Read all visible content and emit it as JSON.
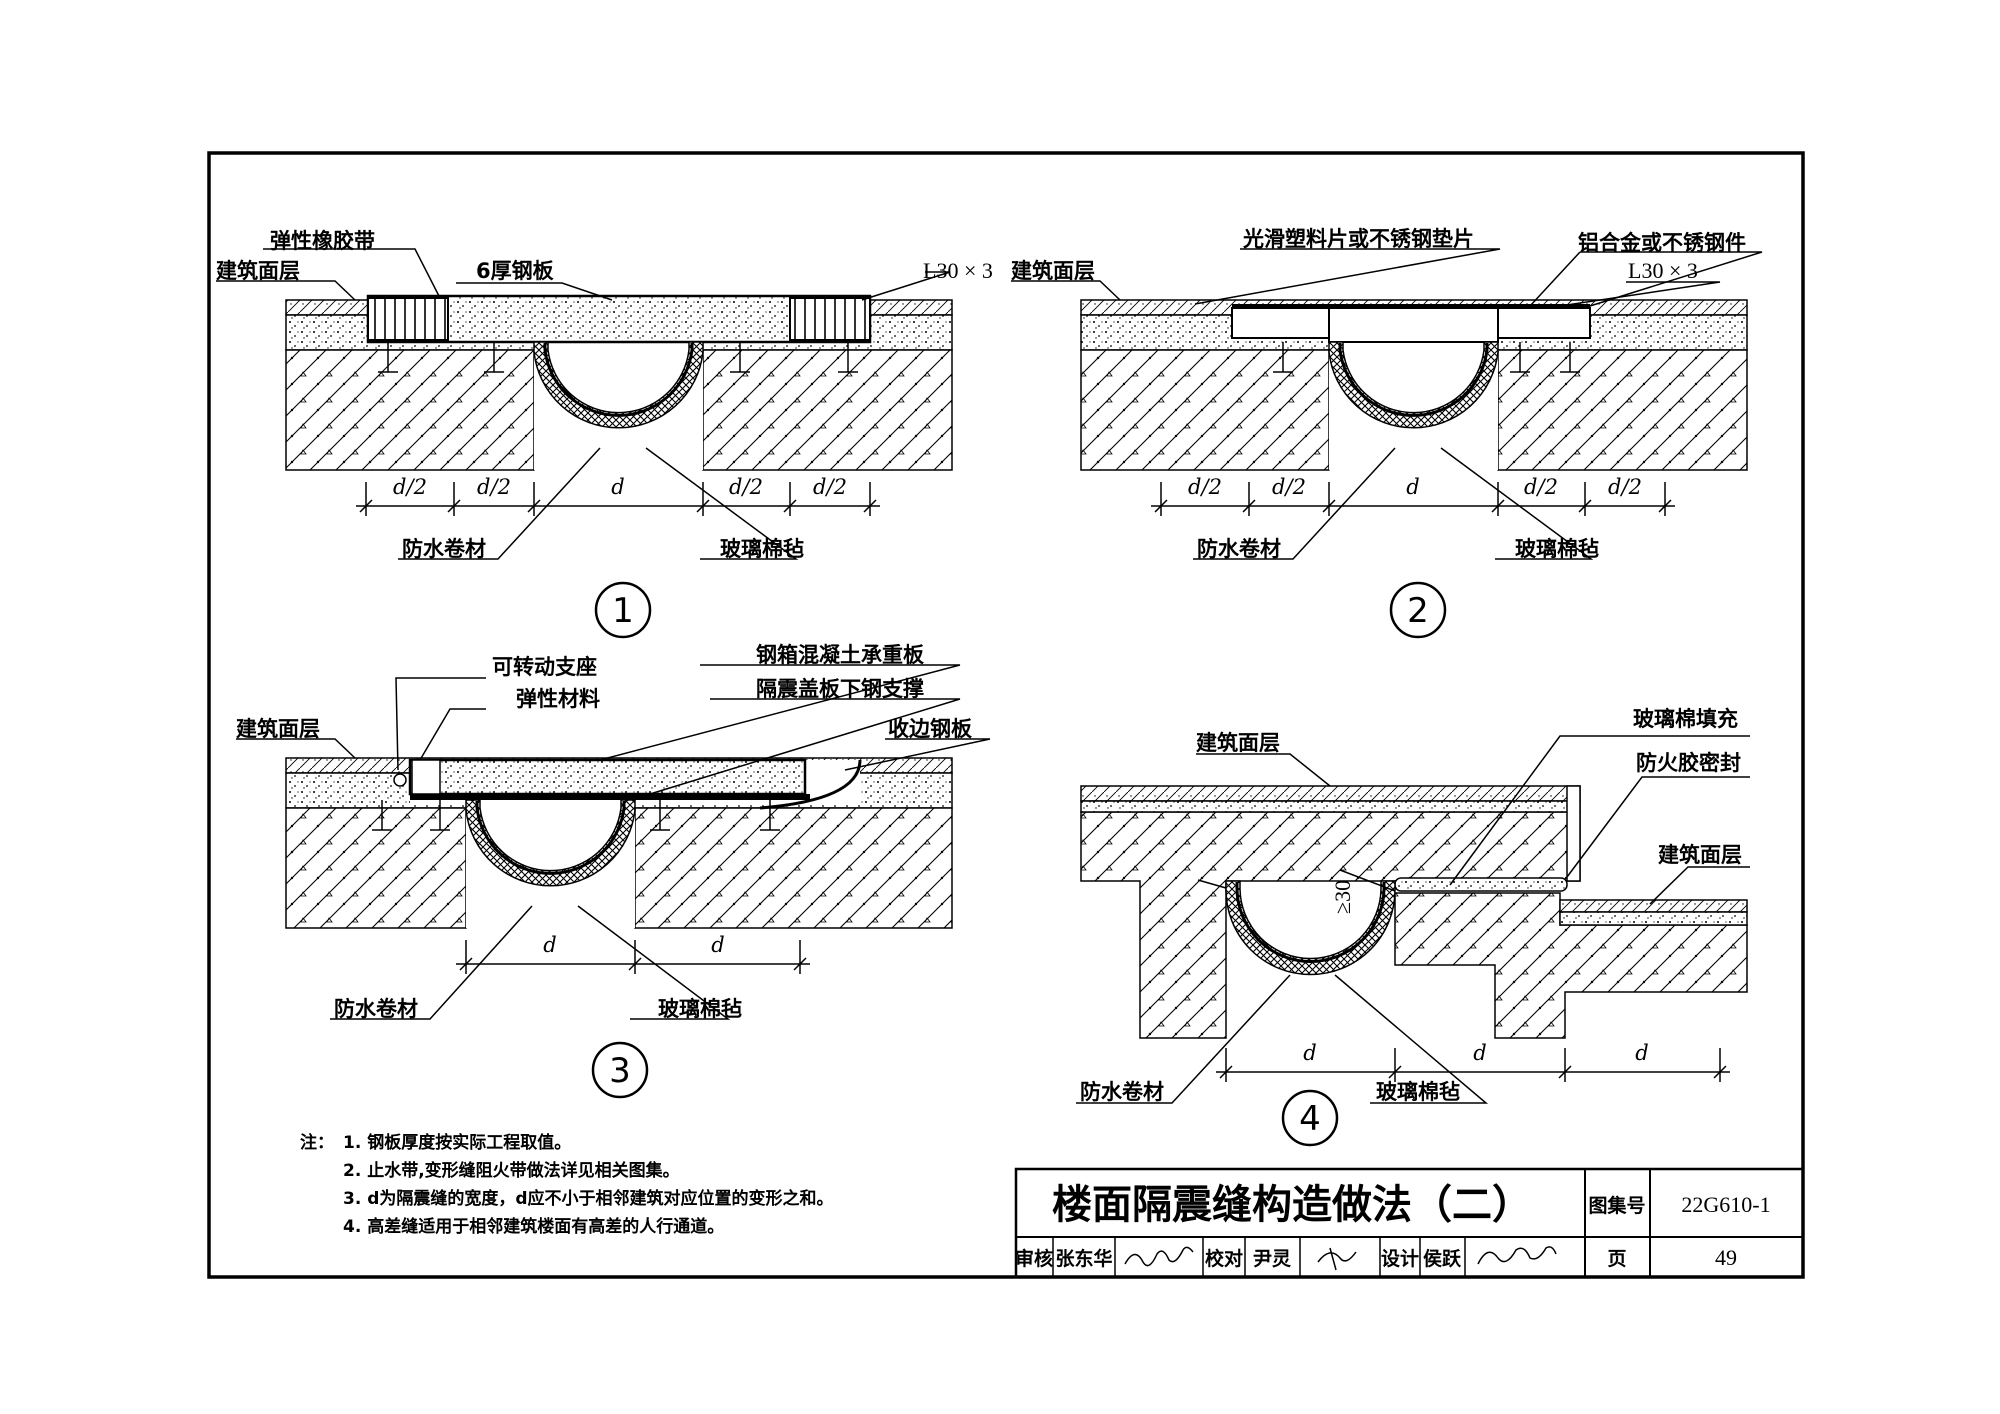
{
  "sheet": {
    "title": "楼面隔震缝构造做法（二）",
    "atlas_label": "图集号",
    "atlas_no": "22G610-1",
    "page_label": "页",
    "page_no": "49",
    "review_label": "审核",
    "reviewer": "张东华",
    "check_label": "校对",
    "checker": "尹灵",
    "design_label": "设计",
    "designer": "侯跃"
  },
  "notes": {
    "prefix": "注：",
    "items": [
      "1. 钢板厚度按实际工程取值。",
      "2. 止水带,变形缝阻火带做法详见相关图集。",
      "3. d为隔震缝的宽度，d应不小于相邻建筑对应位置的变形之和。",
      "4. 高差缝适用于相邻建筑楼面有高差的人行通道。"
    ]
  },
  "details": {
    "d1": {
      "number": "1",
      "labels": {
        "rubber": "弹性橡胶带",
        "surface": "建筑面层",
        "plate": "6厚钢板",
        "angle": "L30 × 3",
        "waterproof": "防水卷材",
        "glasswool": "玻璃棉毡"
      },
      "dims": [
        "d/2",
        "d/2",
        "d",
        "d/2",
        "d/2"
      ]
    },
    "d2": {
      "number": "2",
      "labels": {
        "surface": "建筑面层",
        "shim": "光滑塑料片或不锈钢垫片",
        "alloy": "铝合金或不锈钢件",
        "angle": "L30 × 3",
        "waterproof": "防水卷材",
        "glasswool": "玻璃棉毡"
      },
      "dims": [
        "d/2",
        "d/2",
        "d",
        "d/2",
        "d/2"
      ]
    },
    "d3": {
      "number": "3",
      "labels": {
        "support": "可转动支座",
        "elastic": "弹性材料",
        "surface": "建筑面层",
        "slab": "钢箱混凝土承重板",
        "brace": "隔震盖板下钢支撑",
        "edge": "收边钢板",
        "waterproof": "防水卷材",
        "glasswool": "玻璃棉毡"
      },
      "dims": [
        "d",
        "d"
      ]
    },
    "d4": {
      "number": "4",
      "labels": {
        "surface_top": "建筑面层",
        "fill": "玻璃棉填充",
        "seal": "防火胶密封",
        "surface_low": "建筑面层",
        "gap": "≥30",
        "waterproof": "防水卷材",
        "glasswool": "玻璃棉毡"
      },
      "dims": [
        "d",
        "d",
        "d"
      ]
    }
  }
}
